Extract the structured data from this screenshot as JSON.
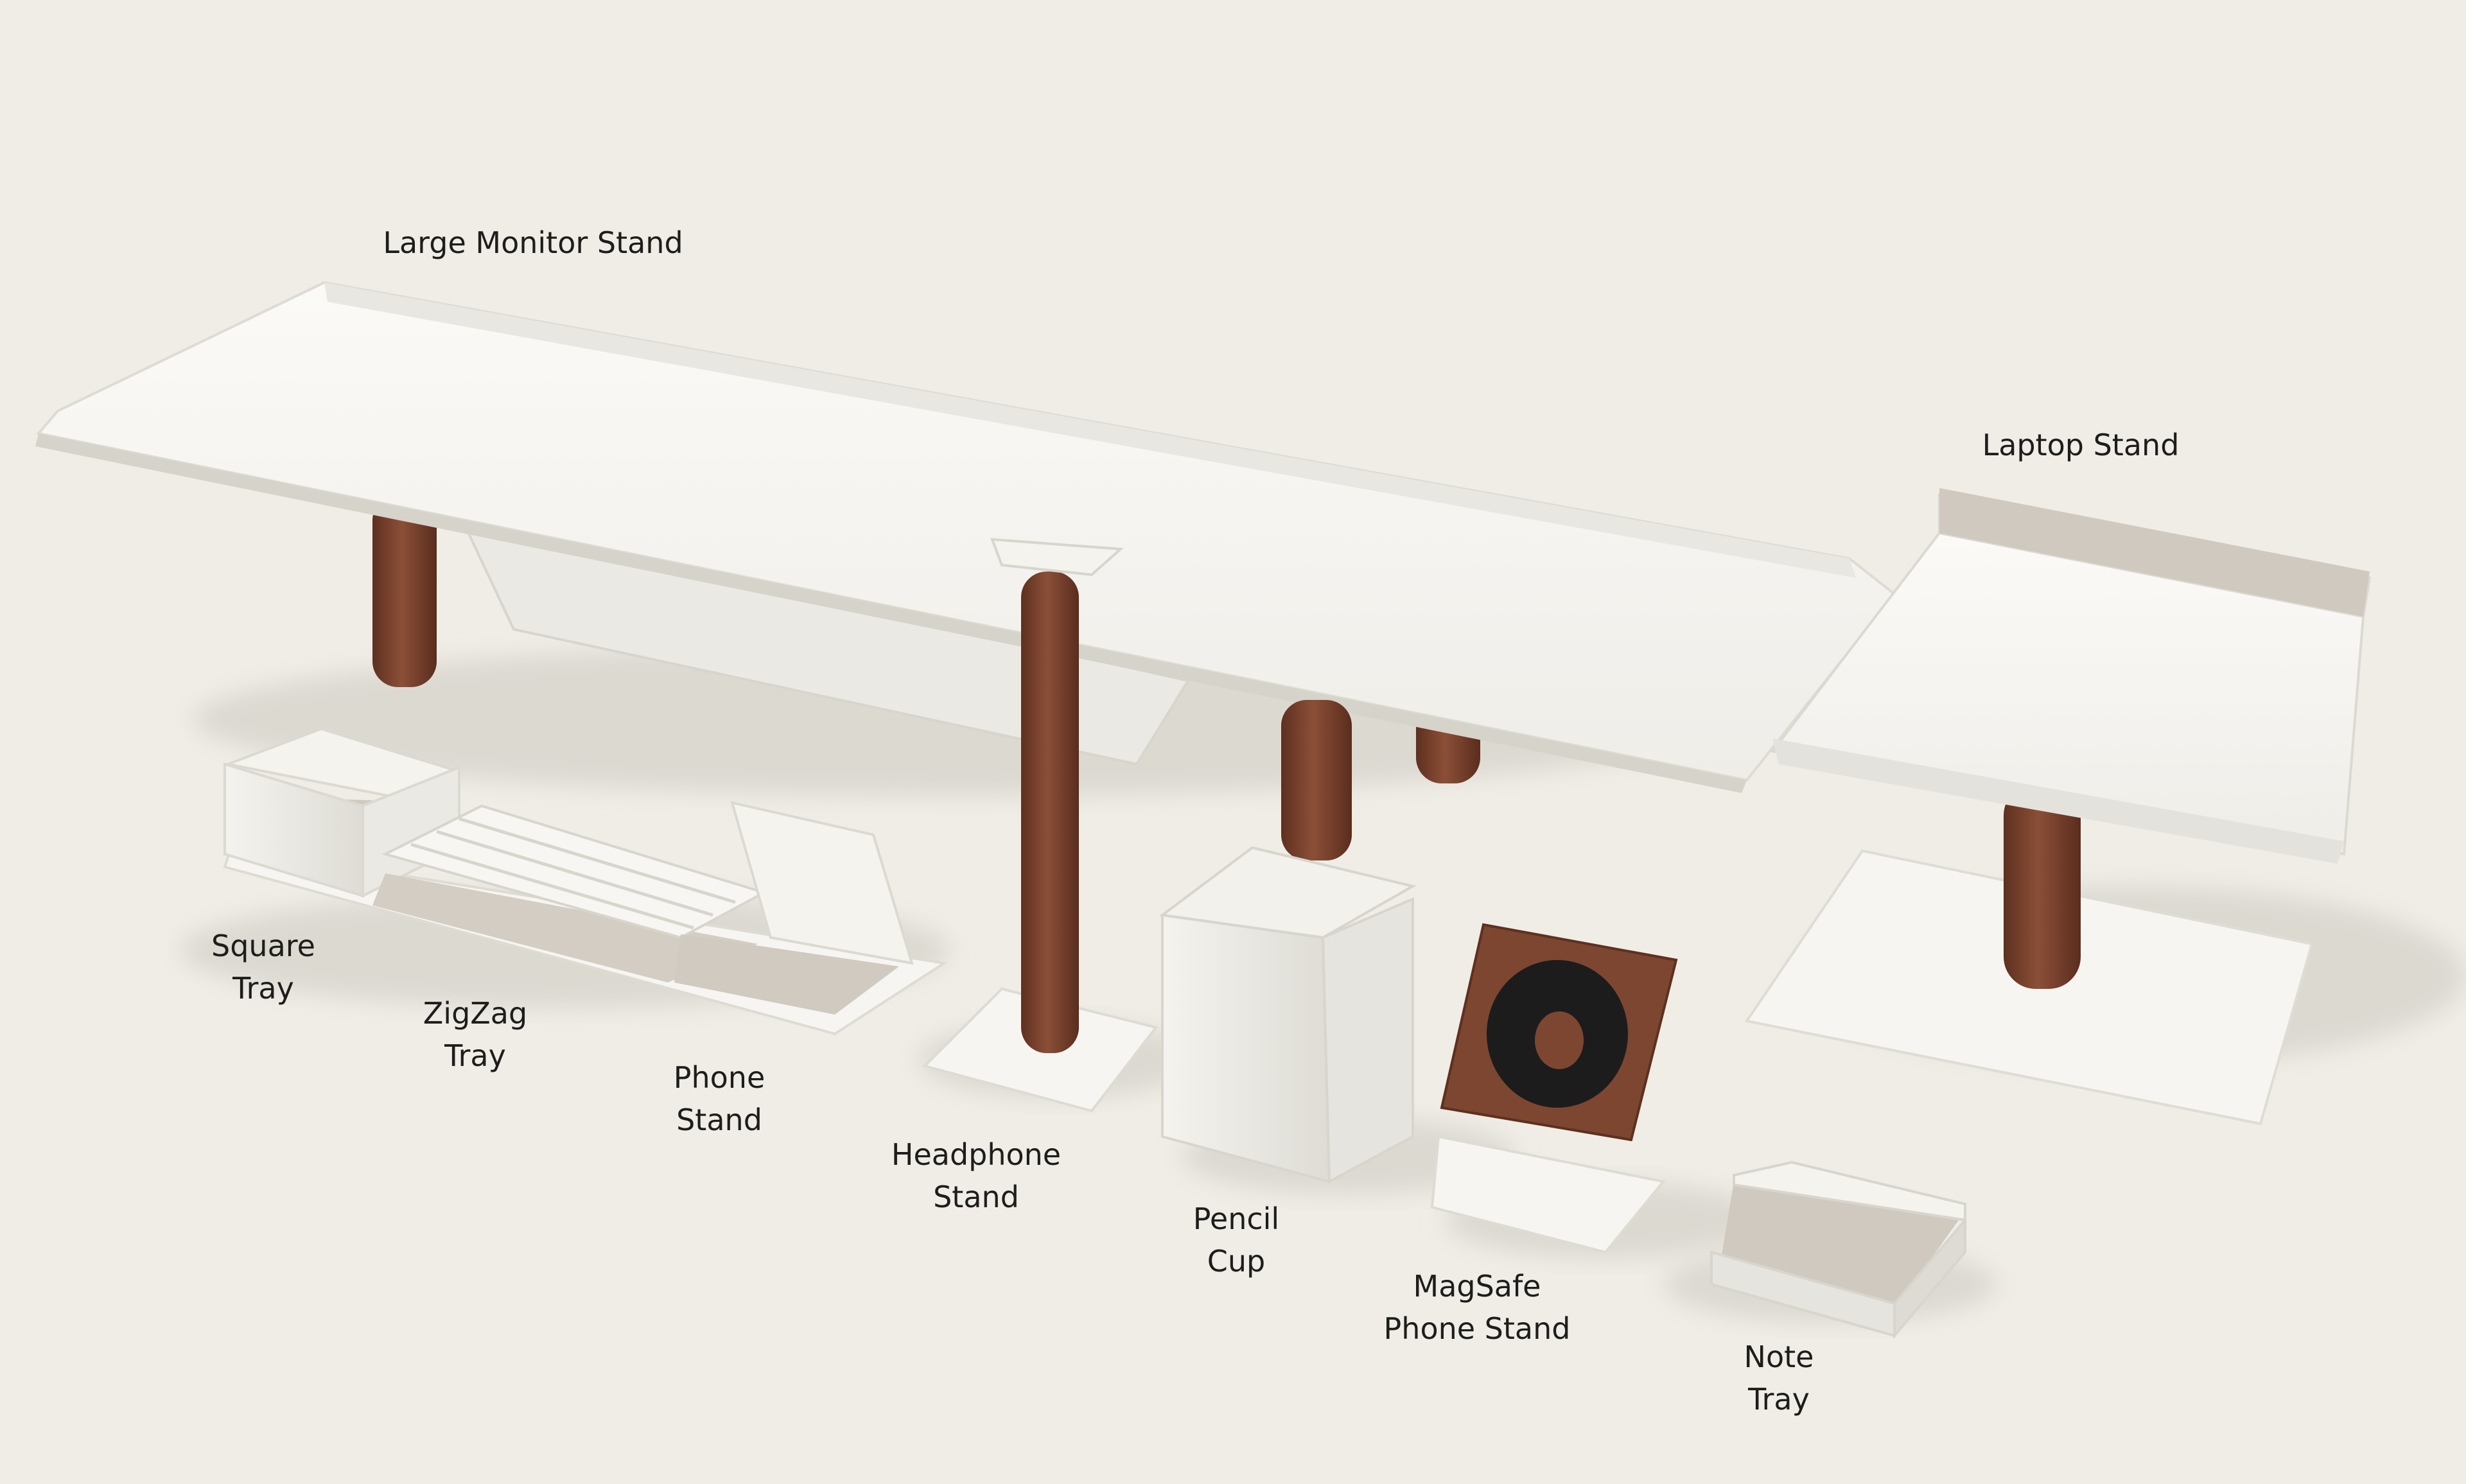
{
  "products": {
    "large_monitor_stand": {
      "label": "Large Monitor Stand"
    },
    "laptop_stand": {
      "label": "Laptop Stand"
    },
    "square_tray": {
      "line1": "Square",
      "line2": "Tray"
    },
    "zigzag_tray": {
      "line1": "ZigZag",
      "line2": "Tray"
    },
    "phone_stand": {
      "line1": "Phone",
      "line2": "Stand"
    },
    "headphone_stand": {
      "line1": "Headphone",
      "line2": "Stand"
    },
    "pencil_cup": {
      "line1": "Pencil",
      "line2": "Cup"
    },
    "magsafe_phone_stand": {
      "line1": "MagSafe",
      "line2": "Phone Stand"
    },
    "note_tray": {
      "line1": "Note",
      "line2": "Tray"
    }
  },
  "colors": {
    "background": "#efede6",
    "white_metal": "#f7f6f2",
    "walnut": "#7a4330",
    "felt": "#cfc9c0",
    "shadow": "#dcd9d1",
    "text": "#1d1d1b"
  }
}
